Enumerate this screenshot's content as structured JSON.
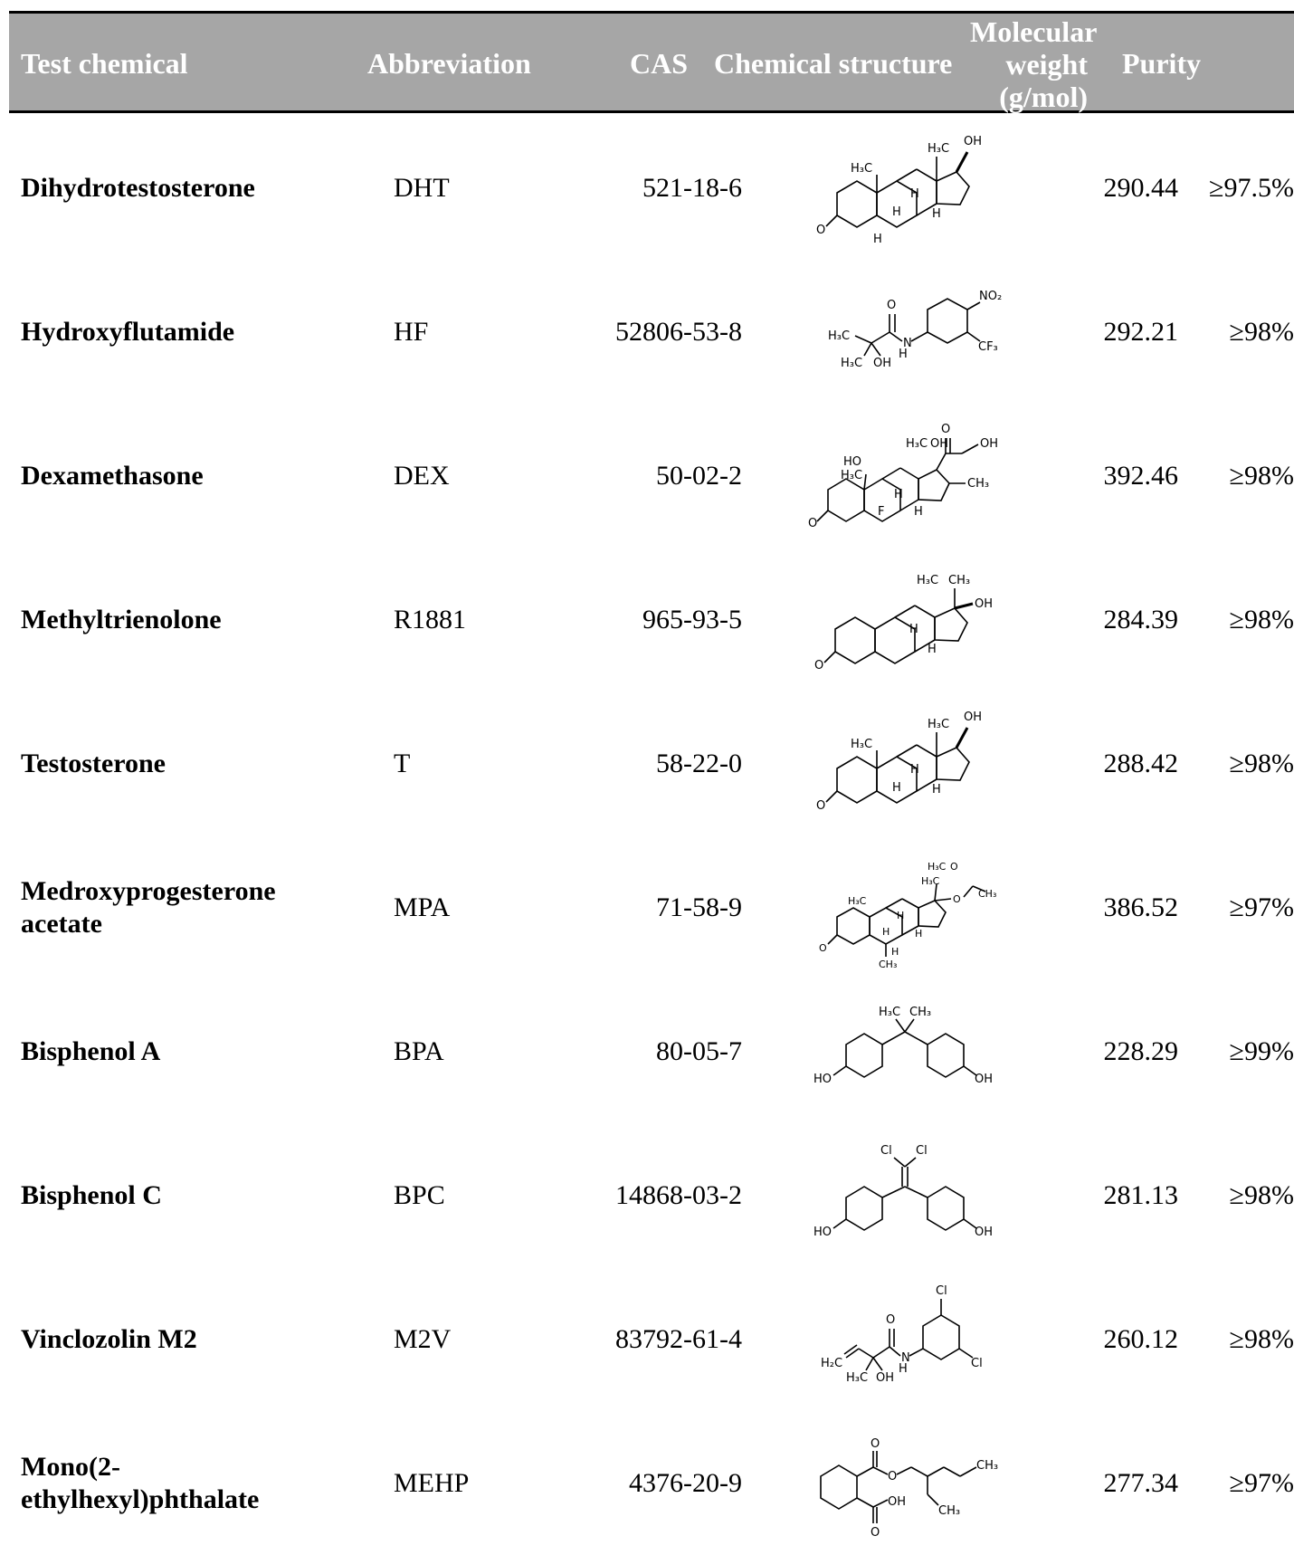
{
  "header": {
    "name": "Test chemical",
    "abbr": "Abbreviation",
    "cas": "CAS",
    "structure": "Chemical structure",
    "mw_line1": "Molecular",
    "mw_line2": "weight",
    "mw_line3": "(g/mol)",
    "purity": "Purity"
  },
  "rows": [
    {
      "name": "Dihydrotestosterone",
      "abbr": "DHT",
      "cas": "521-18-6",
      "mw": "290.44",
      "purity": "≥97.5%",
      "structure_icon": "dht-structure-icon"
    },
    {
      "name": "Hydroxyflutamide",
      "abbr": "HF",
      "cas": "52806-53-8",
      "mw": "292.21",
      "purity": "≥98%",
      "structure_icon": "hydroxyflutamide-structure-icon"
    },
    {
      "name": "Dexamethasone",
      "abbr": "DEX",
      "cas": "50-02-2",
      "mw": "392.46",
      "purity": "≥98%",
      "structure_icon": "dexamethasone-structure-icon"
    },
    {
      "name": "Methyltrienolone",
      "abbr": "R1881",
      "cas": "965-93-5",
      "mw": "284.39",
      "purity": "≥98%",
      "structure_icon": "methyltrienolone-structure-icon"
    },
    {
      "name": "Testosterone",
      "abbr": "T",
      "cas": "58-22-0",
      "mw": "288.42",
      "purity": "≥98%",
      "structure_icon": "testosterone-structure-icon"
    },
    {
      "name": "Medroxyprogesterone acetate",
      "abbr": "MPA",
      "cas": "71-58-9",
      "mw": "386.52",
      "purity": "≥97%",
      "structure_icon": "mpa-structure-icon"
    },
    {
      "name": "Bisphenol A",
      "abbr": "BPA",
      "cas": "80-05-7",
      "mw": "228.29",
      "purity": "≥99%",
      "structure_icon": "bisphenol-a-structure-icon"
    },
    {
      "name": "Bisphenol C",
      "abbr": "BPC",
      "cas": "14868-03-2",
      "mw": "281.13",
      "purity": "≥98%",
      "structure_icon": "bisphenol-c-structure-icon"
    },
    {
      "name": "Vinclozolin M2",
      "abbr": "M2V",
      "cas": "83792-61-4",
      "mw": "260.12",
      "purity": "≥98%",
      "structure_icon": "vinclozolin-m2-structure-icon"
    },
    {
      "name": "Mono(2-ethylhexyl)phthalate",
      "abbr": "MEHP",
      "cas": "4376-20-9",
      "mw": "277.34",
      "purity": "≥97%",
      "structure_icon": "mehp-structure-icon"
    }
  ],
  "structure_labels": {
    "steroid": {
      "l1": "H₃C",
      "l2": "OH",
      "l3": "H₃C",
      "l4": "H",
      "l5": "H",
      "l6": "H",
      "l7": "O",
      "l8": "H"
    },
    "hf": {
      "l1": "NO₂",
      "l2": "O",
      "l3": "H₃C",
      "l4": "N",
      "l5": "H",
      "l6": "CF₃",
      "l7": "H₃C",
      "l8": "OH"
    },
    "dex": {
      "l1": "H₃C",
      "l2": "OH",
      "l3": "O",
      "l4": "OH",
      "l5": "HO",
      "l6": "H₃C",
      "l7": "CH₃",
      "l8": "H",
      "l9": "F",
      "l10": "H",
      "l11": "O"
    },
    "r1881": {
      "l1": "H₃C",
      "l2": "CH₃",
      "l3": "OH",
      "l4": "H",
      "l5": "H",
      "l6": "O"
    },
    "mpa": {
      "l1": "H₃C",
      "l2": "O",
      "l3": "H₃C",
      "l4": "O",
      "l5": "CH₃",
      "l6": "H₃C",
      "l7": "H",
      "l8": "H",
      "l9": "H",
      "l10": "O",
      "l11": "H",
      "l12": "CH₃"
    },
    "bpa": {
      "l1": "H₃C",
      "l2": "CH₃",
      "l3": "HO",
      "l4": "OH"
    },
    "bpc": {
      "l1": "Cl",
      "l2": "Cl",
      "l3": "HO",
      "l4": "OH"
    },
    "m2v": {
      "l1": "Cl",
      "l2": "O",
      "l3": "H₂C",
      "l4": "H₃C",
      "l5": "OH",
      "l6": "N",
      "l7": "H",
      "l8": "Cl"
    },
    "mehp": {
      "l1": "O",
      "l2": "O",
      "l3": "CH₃",
      "l4": "OH",
      "l5": "CH₃",
      "l6": "O"
    }
  }
}
